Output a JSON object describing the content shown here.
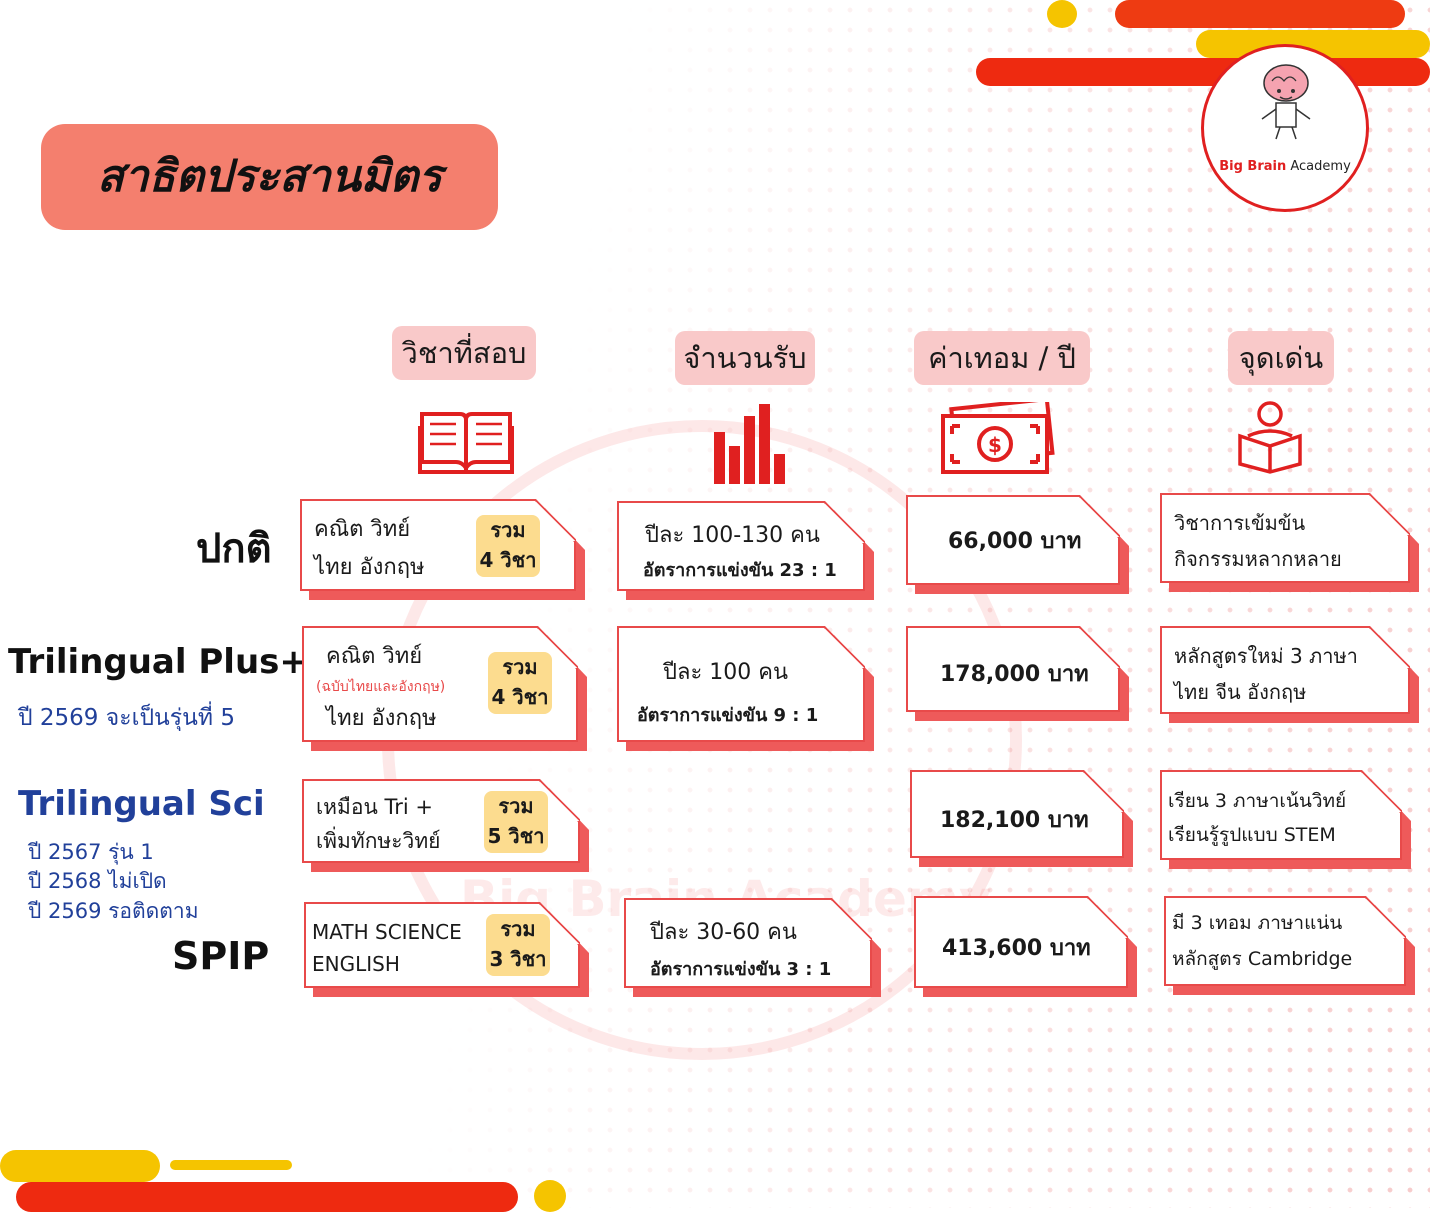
{
  "title": "สาธิตประสานมิตร",
  "logo": {
    "brand_a": "Big Brain",
    "brand_b": "Academy",
    "watermark": "Big Brain Academy"
  },
  "headers": {
    "subjects": "วิชาที่สอบ",
    "seats": "จำนวนรับ",
    "tuition": "ค่าเทอม / ปี",
    "highlights": "จุดเด่น"
  },
  "icons": [
    "open-book-icon",
    "bar-chart-icon",
    "money-bill-icon",
    "reading-person-icon"
  ],
  "rows": {
    "regular": {
      "label": "ปกติ",
      "subjects": {
        "line1": "คณิต วิทย์",
        "line2": "ไทย อังกฤษ",
        "badge1": "รวม",
        "badge2": "4 วิชา"
      },
      "seats": {
        "line1": "ปีละ 100-130 คน",
        "line2": "อัตราการแข่งขัน 23 : 1"
      },
      "tuition": "66,000 บาท",
      "highlights": {
        "line1": "วิชาการเข้มข้น",
        "line2": "กิจกรรมหลากหลาย"
      }
    },
    "tri_plus": {
      "label": "Trilingual  Plus+",
      "sublabel": "ปี 2569 จะเป็นรุ่นที่ 5",
      "subjects": {
        "line1": "คณิต วิทย์",
        "note": "(ฉบับไทยและอังกฤษ)",
        "line2": "ไทย อังกฤษ",
        "badge1": "รวม",
        "badge2": "4 วิชา"
      },
      "seats": {
        "line1": "ปีละ 100 คน",
        "line2": "อัตราการแข่งขัน 9 : 1"
      },
      "tuition": "178,000 บาท",
      "highlights": {
        "line1": "หลักสูตรใหม่ 3 ภาษา",
        "line2": "ไทย จีน อังกฤษ"
      }
    },
    "tri_sci": {
      "label": "Trilingual  Sci",
      "years": [
        "ปี 2567 รุ่น 1",
        "ปี 2568 ไม่เปิด",
        "ปี 2569 รอติดตาม"
      ],
      "subjects": {
        "line1": "เหมือน Tri +",
        "line2": "เพิ่มทักษะวิทย์",
        "badge1": "รวม",
        "badge2": "5 วิชา"
      },
      "tuition": "182,100 บาท",
      "highlights": {
        "line1": "เรียน 3 ภาษาเน้นวิทย์",
        "line2": "เรียนรู้รูปแบบ STEM"
      }
    },
    "spip": {
      "label": "SPIP",
      "subjects": {
        "line1": "MATH SCIENCE",
        "line2": "ENGLISH",
        "badge1": "รวม",
        "badge2": "3 วิชา"
      },
      "seats": {
        "line1": "ปีละ 30-60 คน",
        "line2": "อัตราการแข่งขัน 3 : 1"
      },
      "tuition": "413,600 บาท",
      "highlights": {
        "line1": "มี 3 เทอม ภาษาแน่น",
        "line2": "หลักสูตร Cambridge"
      }
    }
  },
  "colors": {
    "accent_red": "#e84a4a",
    "salmon": "#f47f6e",
    "yellow": "#f5c400",
    "navy": "#21409a",
    "badge": "#fcdc8f"
  }
}
